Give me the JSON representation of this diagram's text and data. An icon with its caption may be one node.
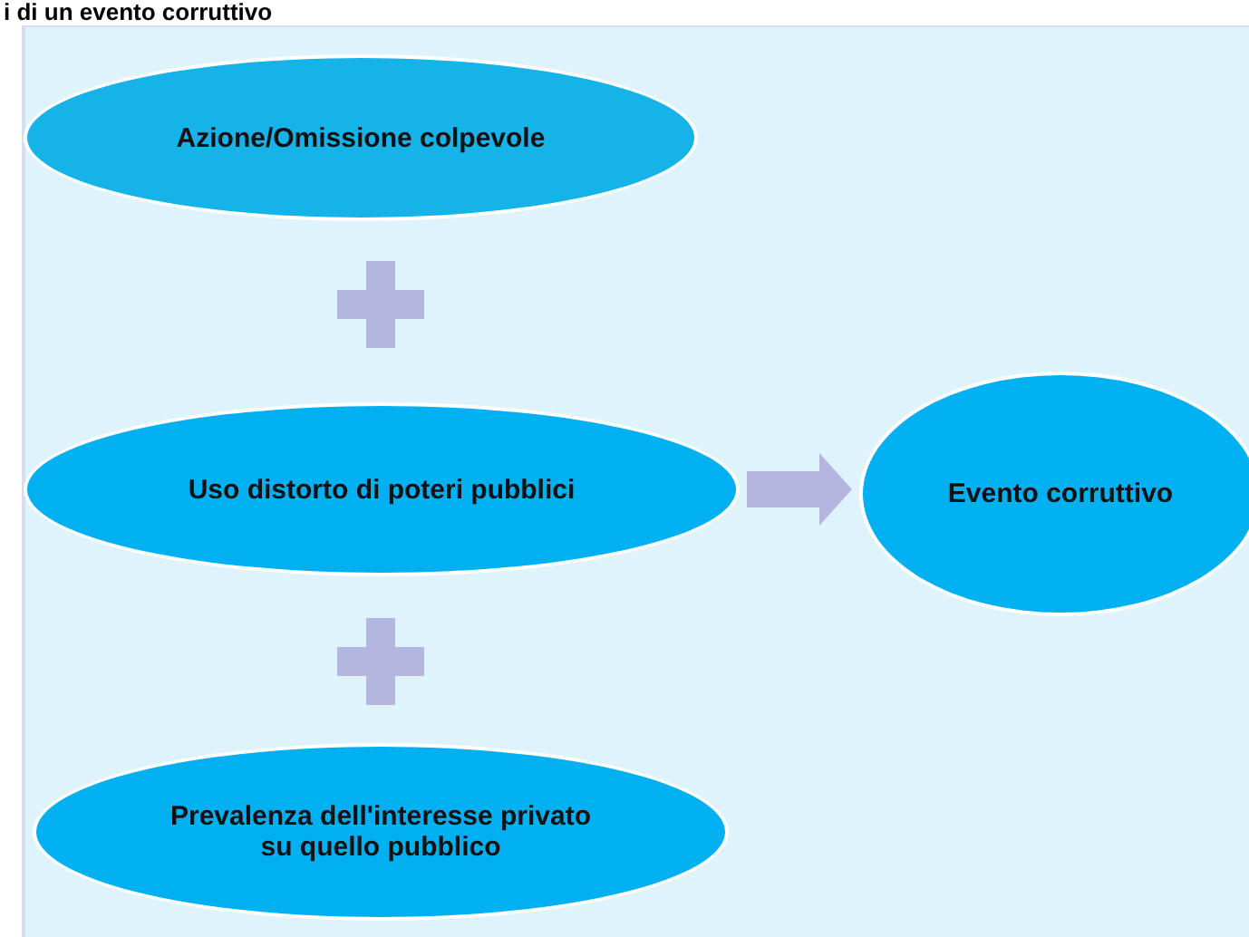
{
  "diagram": {
    "title": "i di un evento corruttivo",
    "nodes": [
      {
        "text": [
          "Azione/Omissione colpevole"
        ]
      },
      {
        "text": [
          "Uso distorto di poteri pubblici"
        ]
      },
      {
        "text": [
          "Prevalenza dell'interesse privato su quello pubblico"
        ]
      },
      {
        "text": [
          "Evento corruttivo"
        ]
      }
    ],
    "edges": [
      {
        "from": 1,
        "to": 3,
        "arrow": "to"
      }
    ]
  }
}
